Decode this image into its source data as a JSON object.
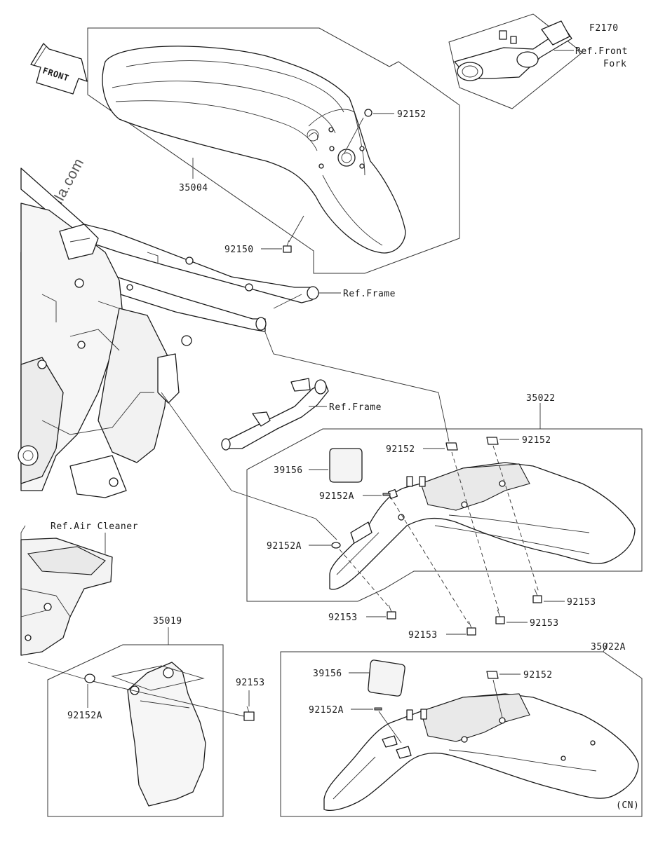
{
  "diagram_code": "F2170",
  "front_arrow": "FRONT",
  "watermark": "© Partzilla.com",
  "labels": {
    "part_35004": "35004",
    "part_92152_front": "92152",
    "part_92150": "92150",
    "ref_front_fork_1": "Ref.Front",
    "ref_front_fork_2": "Fork",
    "ref_frame_1": "Ref.Frame",
    "ref_frame_2": "Ref.Frame",
    "part_35022": "35022",
    "part_92152_a": "92152",
    "part_92152_b": "92152",
    "part_39156_a": "39156",
    "part_92152A_a": "92152A",
    "part_92152A_b": "92152A",
    "part_92153_a": "92153",
    "part_92153_b": "92153",
    "part_92153_c": "92153",
    "part_92153_d": "92153",
    "ref_air_cleaner": "Ref.Air Cleaner",
    "part_35019": "35019",
    "part_92153_e": "92153",
    "part_92152A_c": "92152A",
    "part_35022A": "35022A",
    "part_39156_b": "39156",
    "part_92152_c": "92152",
    "part_92152A_d": "92152A",
    "region_cn": "(CN)"
  }
}
